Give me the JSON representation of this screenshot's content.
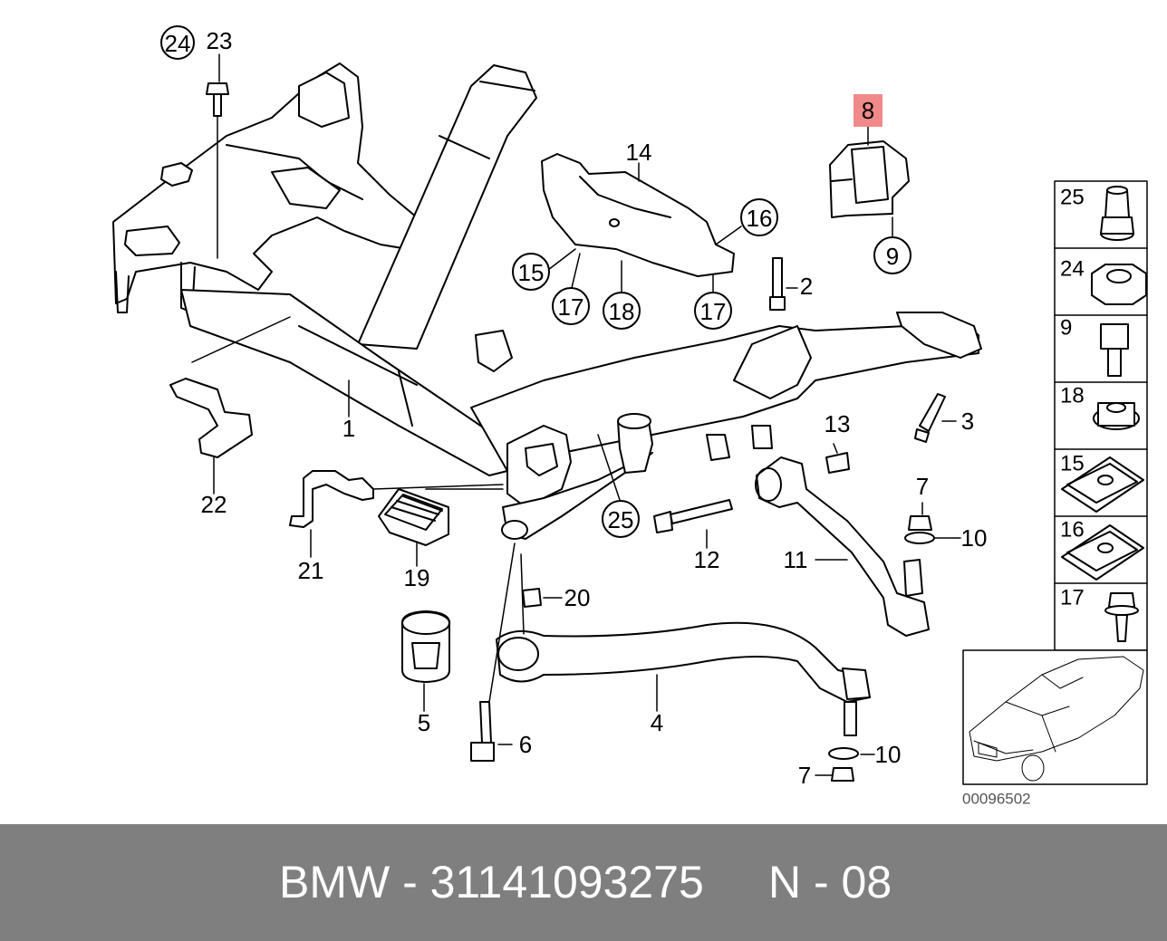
{
  "diagram": {
    "callouts": [
      {
        "id": "c24",
        "label": "24",
        "circled": true
      },
      {
        "id": "c23",
        "label": "23"
      },
      {
        "id": "c14",
        "label": "14"
      },
      {
        "id": "c8",
        "label": "8",
        "highlighted": true
      },
      {
        "id": "c9",
        "label": "9",
        "circled": true
      },
      {
        "id": "c16",
        "label": "16",
        "circled": true
      },
      {
        "id": "c15",
        "label": "15",
        "circled": true
      },
      {
        "id": "c17a",
        "label": "17",
        "circled": true
      },
      {
        "id": "c18",
        "label": "18",
        "circled": true
      },
      {
        "id": "c17b",
        "label": "17",
        "circled": true
      },
      {
        "id": "c2",
        "label": "2"
      },
      {
        "id": "c3",
        "label": "3"
      },
      {
        "id": "c1",
        "label": "1"
      },
      {
        "id": "c13",
        "label": "13"
      },
      {
        "id": "c22",
        "label": "22"
      },
      {
        "id": "c25",
        "label": "25",
        "circled": true
      },
      {
        "id": "c7a",
        "label": "7"
      },
      {
        "id": "c10a",
        "label": "10"
      },
      {
        "id": "c12",
        "label": "12"
      },
      {
        "id": "c11",
        "label": "11"
      },
      {
        "id": "c21",
        "label": "21"
      },
      {
        "id": "c19",
        "label": "19"
      },
      {
        "id": "c20",
        "label": "20"
      },
      {
        "id": "c5",
        "label": "5"
      },
      {
        "id": "c4",
        "label": "4"
      },
      {
        "id": "c6",
        "label": "6"
      },
      {
        "id": "c10b",
        "label": "10"
      },
      {
        "id": "c7b",
        "label": "7"
      }
    ],
    "legend": [
      {
        "label": "25",
        "icon": "nut-flanged-icon"
      },
      {
        "label": "24",
        "icon": "hex-nut-icon"
      },
      {
        "label": "9",
        "icon": "hex-bolt-icon"
      },
      {
        "label": "18",
        "icon": "collar-nut-icon"
      },
      {
        "label": "15",
        "icon": "clip-nut-icon"
      },
      {
        "label": "16",
        "icon": "clip-nut-icon"
      },
      {
        "label": "17",
        "icon": "screw-icon"
      }
    ],
    "diagram_number": "00096502",
    "highlight_color": "#f08a8a",
    "line_color": "#000000"
  },
  "footer": {
    "part_text": "BMW - 31141093275",
    "position_text": "N - 08",
    "background": "#7f7f7f"
  }
}
